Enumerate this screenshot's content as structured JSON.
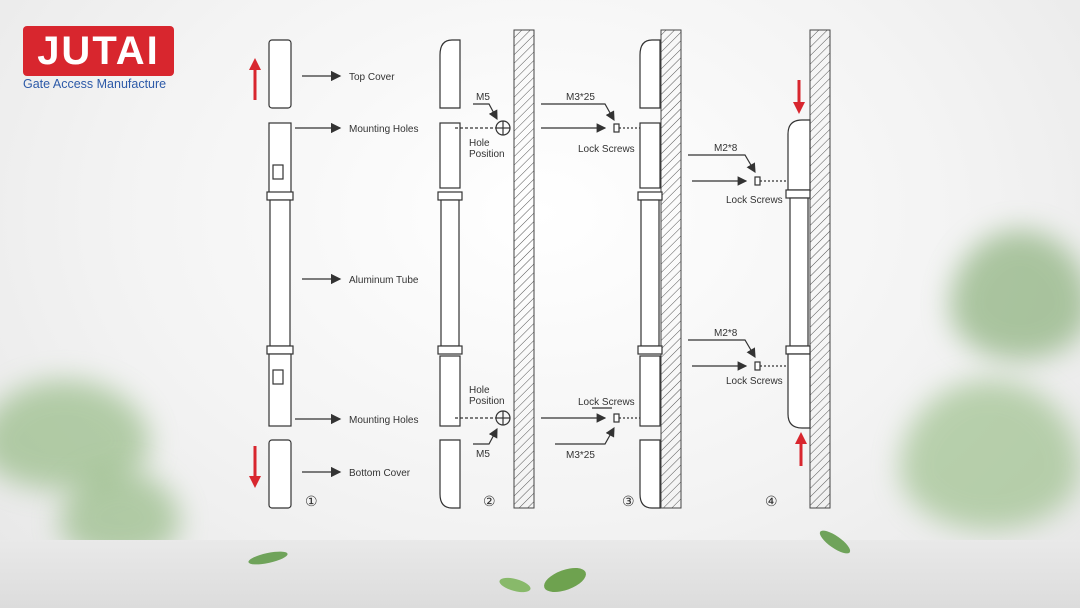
{
  "brand": {
    "name": "JUTAI",
    "tagline": "Gate Access Manufacture",
    "color": "#d8262e",
    "tagline_color": "#2d5aa8"
  },
  "labels": {
    "top_cover": "Top Cover",
    "mounting_holes_top": "Mounting Holes",
    "aluminum_tube": "Aluminum Tube",
    "mounting_holes_bottom": "Mounting Holes",
    "bottom_cover": "Bottom Cover",
    "m5": "M5",
    "hole": "Hole",
    "position": "Position",
    "m3x25": "M3*25",
    "lock_screws": "Lock Screws",
    "m2x8": "M2*8"
  },
  "steps": [
    "①",
    "②",
    "③",
    "④"
  ],
  "colors": {
    "arrow_red": "#d8262e",
    "line": "#333333"
  }
}
